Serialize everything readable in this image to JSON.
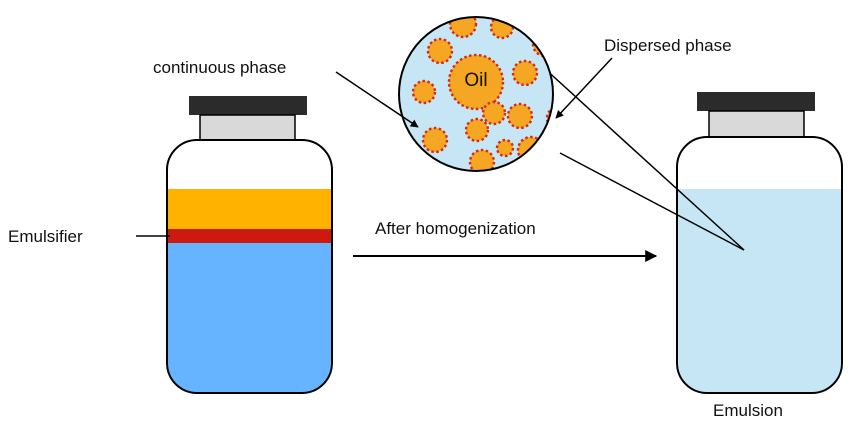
{
  "labels": {
    "continuous_phase": "continuous phase",
    "dispersed_phase": "Dispersed phase",
    "oil": "Oil",
    "emulsifier": "Emulsifier",
    "after_homogenization": "After homogenization",
    "emulsion": "Emulsion"
  },
  "colors": {
    "cap": "#2b2b2b",
    "neck": "#d9d9d9",
    "water": "#66b3ff",
    "oil_layer": "#ffb300",
    "emulsifier_layer": "#cc1a10",
    "emulsion": "#c6e6f5",
    "droplet_fill": "#f5a623",
    "droplet_border": "#d42a1a",
    "outline": "#000000"
  }
}
